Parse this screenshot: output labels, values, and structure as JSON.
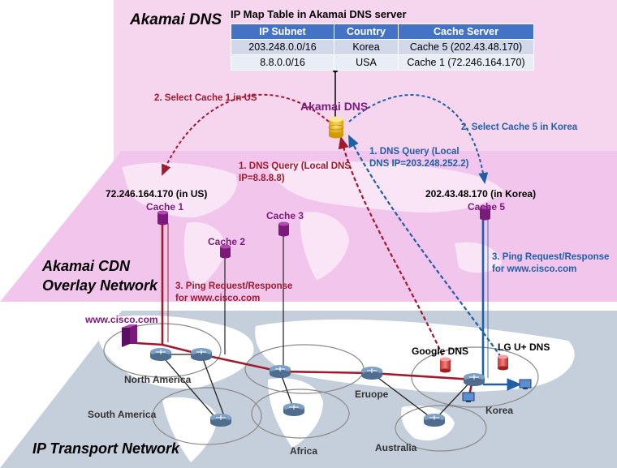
{
  "layers": {
    "dns": "Akamai DNS",
    "cdn_line1": "Akamai CDN",
    "cdn_line2": "Overlay Network",
    "transport": "IP Transport Network"
  },
  "ip_table": {
    "title": "IP Map Table in Akamai DNS server",
    "headers": [
      "IP Subnet",
      "Country",
      "Cache Server"
    ],
    "rows": [
      [
        "203.248.0.0/16",
        "Korea",
        "Cache 5 (202.43.48.170)"
      ],
      [
        "8.8.0.0/16",
        "USA",
        "Cache 1 (72.246.164.170)"
      ]
    ]
  },
  "dns_server_label": "Akamai DNS",
  "steps": {
    "select_us": "2. Select Cache 1 in US",
    "select_korea": "2. Select Cache 5 in Korea",
    "query_google_1": "1. DNS Query (Local DNS",
    "query_google_2": "IP=8.8.8.8)",
    "query_lg_1": "1. DNS Query (Local",
    "query_lg_2": "DNS IP=203.248.252.2)",
    "ping_us_1": "3. Ping Request/Response",
    "ping_us_2": "for www.cisco.com",
    "ping_kr_1": "3. Ping Request/Response",
    "ping_kr_2": "for www.cisco.com"
  },
  "caches": {
    "cache1_ip": "72.246.164.170 (in US)",
    "cache1": "Cache 1",
    "cache2": "Cache 2",
    "cache3": "Cache 3",
    "cache5_ip": "202.43.48.170 (in Korea)",
    "cache5": "Cache 5"
  },
  "nodes": {
    "cisco": "www.cisco.com",
    "google_dns": "Google DNS",
    "lg_dns": "LG U+ DNS"
  },
  "regions": {
    "north_america": "North America",
    "south_america": "South America",
    "europe": "Eruope",
    "africa": "Africa",
    "australia": "Australia",
    "korea": "Korea"
  },
  "colors": {
    "dns_plane": "#f6d5ef",
    "cdn_plane": "#f3c8ee",
    "transport_plane": "#c5cfdc",
    "purple": "#7b1a7b",
    "red": "#a01a2e",
    "blue": "#1f5fa8"
  }
}
